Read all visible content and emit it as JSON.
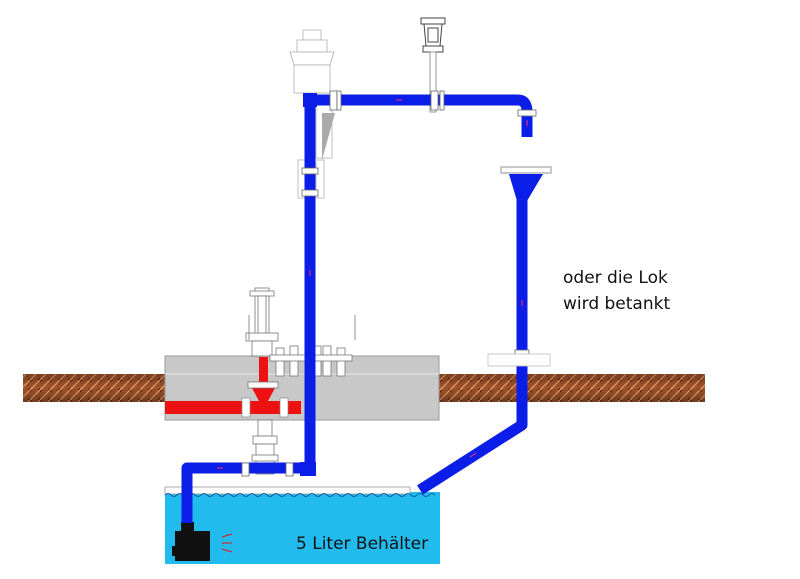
{
  "labels": {
    "lok_line1": "oder die Lok",
    "lok_line2": "wird betankt",
    "tank": "5 Liter Behälter"
  },
  "colors": {
    "water_pipe": "#0b1ee8",
    "hot_pipe": "#ee1111",
    "wall": "#c8c8c8",
    "ground": "#a0522d",
    "tank_water": "#22bbee",
    "pump": "#111111",
    "flow_marker": "#ff3366"
  }
}
